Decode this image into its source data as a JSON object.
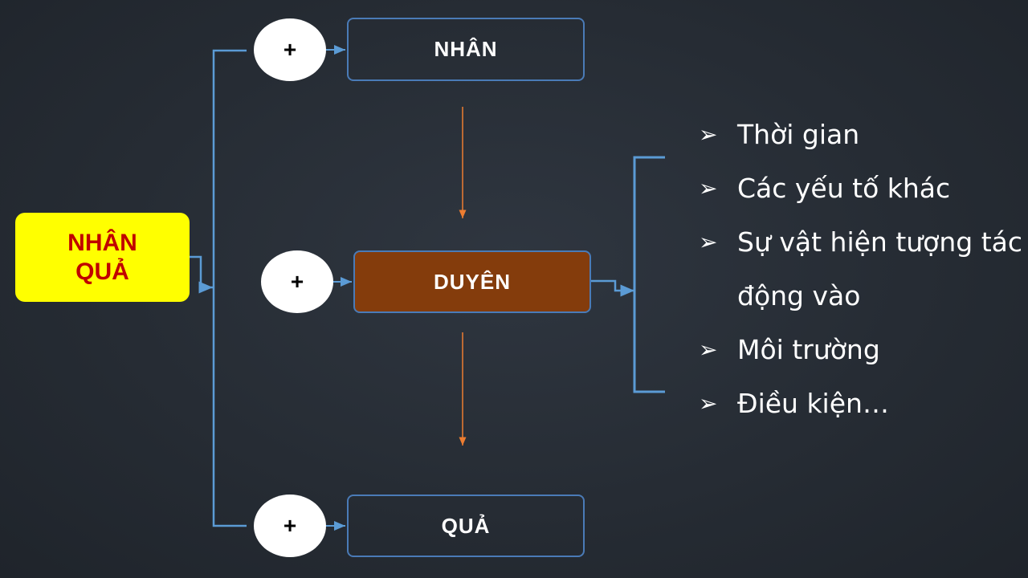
{
  "root": {
    "line1": "NHÂN",
    "line2": "QUẢ"
  },
  "nodes": {
    "nhan": {
      "plus": "+",
      "label": "NHÂN"
    },
    "duyen": {
      "plus": "+",
      "label": "DUYÊN"
    },
    "qua": {
      "plus": "+",
      "label": "QUẢ"
    }
  },
  "factors": [
    "Thời gian",
    "Các yếu tố khác",
    "Sự vật hiện tượng tác động vào",
    "Môi trường",
    "Điều kiện…"
  ],
  "bullet_glyph": "➢",
  "colors": {
    "background": "#262c34",
    "root_fill": "#ffff00",
    "root_text": "#c00000",
    "node_border": "#4a7bb7",
    "duyen_fill": "#843c0c",
    "connector": "#5b9bd5",
    "flow_arrow": "#ed7d31"
  }
}
